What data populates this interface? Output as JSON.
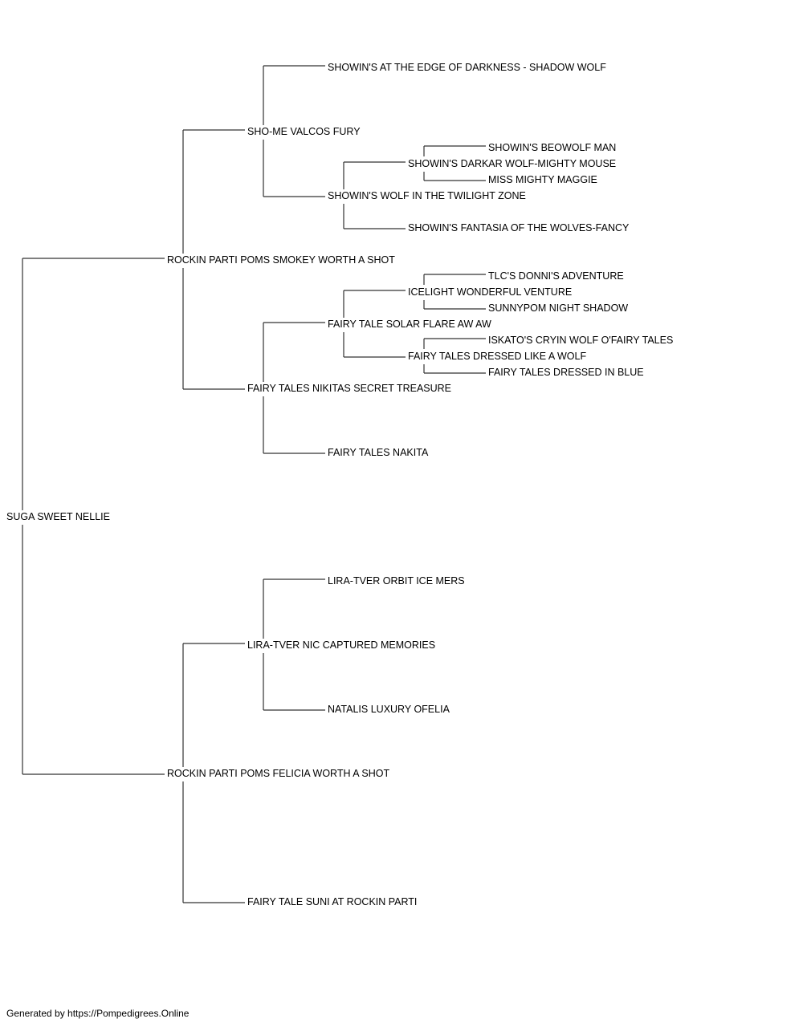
{
  "pedigree": {
    "subject": "SUGA SWEET NELLIE",
    "sire": "ROCKIN PARTI POMS SMOKEY WORTH A SHOT",
    "dam": "ROCKIN PARTI POMS FELICIA WORTH A SHOT",
    "sire_sire": "SHO-ME VALCOS FURY",
    "sire_dam": "FAIRY TALES NIKITAS SECRET TREASURE",
    "dam_sire": "LIRA-TVER NIC CAPTURED MEMORIES",
    "dam_dam": "FAIRY TALE SUNI AT ROCKIN PARTI",
    "ss_sire": "SHOWIN'S AT THE EDGE OF DARKNESS - SHADOW WOLF",
    "ss_dam": "SHOWIN'S WOLF IN THE TWILIGHT ZONE",
    "sd_sire": "FAIRY TALE SOLAR FLARE AW AW",
    "sd_dam": "FAIRY TALES NAKITA",
    "ds_sire": "LIRA-TVER ORBIT ICE MERS",
    "ds_dam": "NATALIS LUXURY OFELIA",
    "ssd_sire": "SHOWIN'S DARKAR WOLF-MIGHTY MOUSE",
    "ssd_dam": "SHOWIN'S FANTASIA OF THE WOLVES-FANCY",
    "sds_sire": "ICELIGHT WONDERFUL VENTURE",
    "sds_dam": "FAIRY TALES DRESSED LIKE A WOLF",
    "ssds_sire": "SHOWIN'S BEOWOLF MAN",
    "ssds_dam": "MISS MIGHTY MAGGIE",
    "sdss_sire": "TLC'S DONNI'S ADVENTURE",
    "sdss_dam": "SUNNYPOM NIGHT SHADOW",
    "sdsd_sire": "ISKATO'S CRYIN WOLF O'FAIRY TALES",
    "sdsd_dam": "FAIRY TALES DRESSED IN BLUE"
  },
  "footer": "Generated by https://Pompedigrees.Online"
}
